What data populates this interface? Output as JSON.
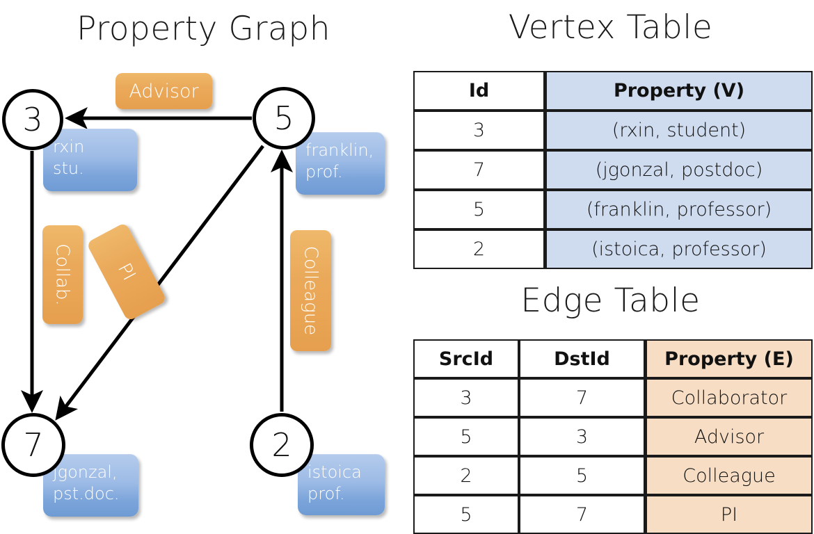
{
  "titles": {
    "property_graph": "Property Graph",
    "vertex_table": "Vertex Table",
    "edge_table": "Edge Table"
  },
  "graph": {
    "nodes": [
      {
        "id": "3",
        "property": "rxin\nstu."
      },
      {
        "id": "5",
        "property": "franklin,\nprof."
      },
      {
        "id": "7",
        "property": "jgonzal,\npst.doc."
      },
      {
        "id": "2",
        "property": "istoica\nprof."
      }
    ],
    "node_labels": {
      "n3": "3",
      "n5": "5",
      "n7": "7",
      "n2": "2"
    },
    "properties": {
      "rxin_line1": "rxin",
      "rxin_line2": "stu.",
      "franklin_line1": "franklin,",
      "franklin_line2": "prof.",
      "jgonzal_line1": "jgonzal,",
      "jgonzal_line2": "pst.doc.",
      "istoica_line1": "istoica",
      "istoica_line2": "prof."
    },
    "edge_labels": {
      "advisor": "Advisor",
      "collab": "Collab.",
      "pi": "PI",
      "colleague": "Colleague"
    },
    "edges": [
      {
        "src": "5",
        "dst": "3",
        "label": "Advisor"
      },
      {
        "src": "3",
        "dst": "7",
        "label": "Collab."
      },
      {
        "src": "5",
        "dst": "7",
        "label": "PI"
      },
      {
        "src": "2",
        "dst": "5",
        "label": "Colleague"
      }
    ]
  },
  "vertex_table": {
    "headers": [
      "Id",
      "Property (V)"
    ],
    "rows": [
      {
        "id": "3",
        "property": "(rxin, student)"
      },
      {
        "id": "7",
        "property": "(jgonzal, postdoc)"
      },
      {
        "id": "5",
        "property": "(franklin, professor)"
      },
      {
        "id": "2",
        "property": "(istoica, professor)"
      }
    ]
  },
  "edge_table": {
    "headers": [
      "SrcId",
      "DstId",
      "Property (E)"
    ],
    "rows": [
      {
        "src": "3",
        "dst": "7",
        "property": "Collaborator"
      },
      {
        "src": "5",
        "dst": "3",
        "property": "Advisor"
      },
      {
        "src": "2",
        "dst": "5",
        "property": "Colleague"
      },
      {
        "src": "5",
        "dst": "7",
        "property": "PI"
      }
    ]
  },
  "colors": {
    "vertex_accent": "#cfdcef",
    "edge_accent": "#f6ddc4",
    "node_box_blue": "#7ba4da",
    "edge_label_orange": "#eaa95a",
    "stroke": "#1a1a1a"
  }
}
